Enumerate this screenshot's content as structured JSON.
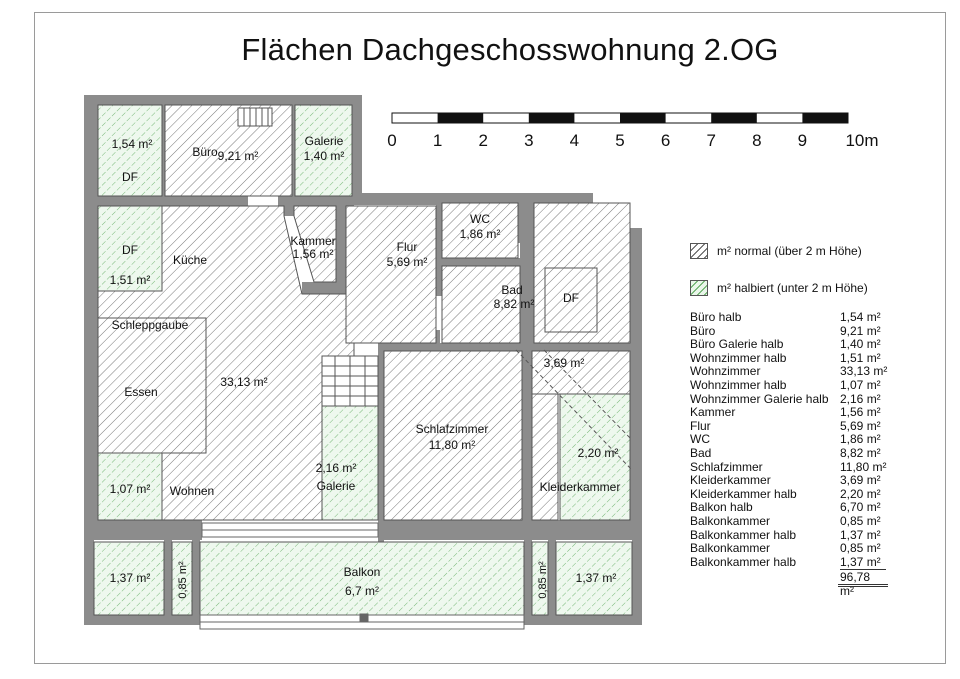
{
  "title": "Flächen Dachgeschosswohnung 2.OG",
  "scale": {
    "ticks": [
      "0",
      "1",
      "2",
      "3",
      "4",
      "5",
      "6",
      "7",
      "8",
      "9",
      "10m"
    ]
  },
  "legend": [
    {
      "label": "m² normal (über 2 m Höhe)",
      "kind": "normal"
    },
    {
      "label": "m² halbiert (unter 2 m Höhe)",
      "kind": "half"
    }
  ],
  "colors": {
    "wall": "#8c8c8c",
    "hatch_normal": "#555555",
    "hatch_half": "#5aa85a",
    "half_fill": "#eaf6ea"
  },
  "rooms": {
    "buero_halb_area": "1,54 m²",
    "df_1": "DF",
    "buero": "Büro",
    "buero_area": "9,21 m²",
    "galerie_top": "Galerie",
    "galerie_top_area": "1,40 m²",
    "df_2": "DF",
    "wohn_halb_area": "1,51 m²",
    "kueche": "Küche",
    "kammer": "Kammer",
    "kammer_area": "1,56 m²",
    "flur": "Flur",
    "flur_area": "5,69 m²",
    "wc": "WC",
    "wc_area": "1,86 m²",
    "bad": "Bad",
    "bad_area": "8,82 m²",
    "df_3": "DF",
    "schleppgaube": "Schleppgaube",
    "essen": "Essen",
    "wohn_area": "33,13 m²",
    "kleider_area": "3,69 m²",
    "schlafzimmer": "Schlafzimmer",
    "schlafzimmer_area": "11,80 m²",
    "galerie_mid_area": "2,16 m²",
    "galerie_mid": "Galerie",
    "kleider_halb_area": "2,20 m²",
    "kleiderkammer": "Kleiderkammer",
    "wohn_halb2_area": "1,07 m²",
    "wohnen": "Wohnen",
    "balkonkammer_left_area": "1,37 m²",
    "balkonkammer_left_small": "0,85 m²",
    "balkon": "Balkon",
    "balkon_area": "6,7 m²",
    "balkonkammer_right_small": "0,85 m²",
    "balkonkammer_right_area": "1,37 m²"
  },
  "area_list": [
    {
      "name": "Büro halb",
      "value": "1,54 m²"
    },
    {
      "name": "Büro",
      "value": "9,21 m²"
    },
    {
      "name": "Büro Galerie halb",
      "value": "1,40 m²"
    },
    {
      "name": "Wohnzimmer halb",
      "value": "1,51 m²"
    },
    {
      "name": "Wohnzimmer",
      "value": "33,13 m²"
    },
    {
      "name": "Wohnzimmer halb",
      "value": "1,07 m²"
    },
    {
      "name": "Wohnzimmer Galerie halb",
      "value": "2,16 m²"
    },
    {
      "name": "Kammer",
      "value": "1,56 m²"
    },
    {
      "name": "Flur",
      "value": "5,69 m²"
    },
    {
      "name": "WC",
      "value": "1,86 m²"
    },
    {
      "name": "Bad",
      "value": "8,82 m²"
    },
    {
      "name": "Schlafzimmer",
      "value": "11,80 m²"
    },
    {
      "name": "Kleiderkammer",
      "value": "3,69 m²"
    },
    {
      "name": "Kleiderkammer halb",
      "value": "2,20 m²"
    },
    {
      "name": "Balkon halb",
      "value": "6,70 m²"
    },
    {
      "name": "Balkonkammer",
      "value": "0,85 m²"
    },
    {
      "name": "Balkonkammer halb",
      "value": "1,37 m²"
    },
    {
      "name": "Balkonkammer",
      "value": "0,85 m²"
    },
    {
      "name": "Balkonkammer halb",
      "value": "1,37 m²"
    }
  ],
  "area_total": "96,78 m²"
}
